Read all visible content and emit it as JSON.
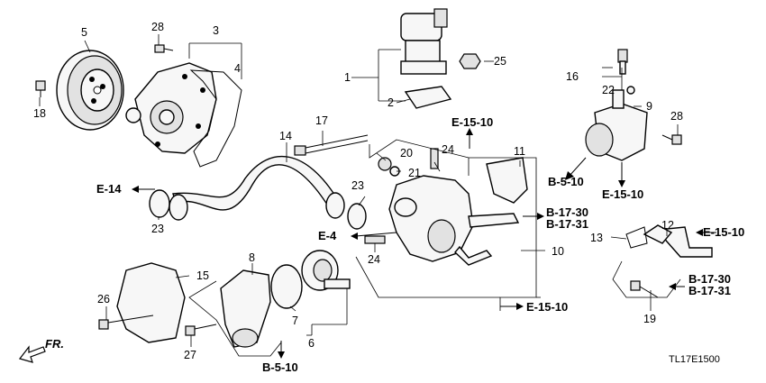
{
  "callouts": {
    "c1": "1",
    "c2": "2",
    "c3": "3",
    "c4": "4",
    "c5": "5",
    "c6": "6",
    "c7": "7",
    "c8": "8",
    "c9": "9",
    "c10": "10",
    "c11": "11",
    "c12": "12",
    "c13": "13",
    "c14": "14",
    "c15": "15",
    "c16": "16",
    "c17": "17",
    "c18": "18",
    "c19": "19",
    "c20": "20",
    "c21": "21",
    "c22": "22",
    "c23a": "23",
    "c23b": "23",
    "c24a": "24",
    "c24b": "24",
    "c25": "25",
    "c26": "26",
    "c27": "27",
    "c28a": "28",
    "c28b": "28"
  },
  "refs": {
    "e1510_top": "E-15-10",
    "e1510_right": "E-15-10",
    "e1510_mid": "E-15-10",
    "e1510_bottom": "E-15-10",
    "e14": "E-14",
    "e4": "E-4",
    "b510_top": "B-5-10",
    "b510_bottom": "B-5-10",
    "b1730_top": "B-17-30",
    "b1731_top": "B-17-31",
    "b1730_bottom": "B-17-30",
    "b1731_bottom": "B-17-31"
  },
  "front_label": "FR.",
  "diagram_code": "TL17E1500"
}
